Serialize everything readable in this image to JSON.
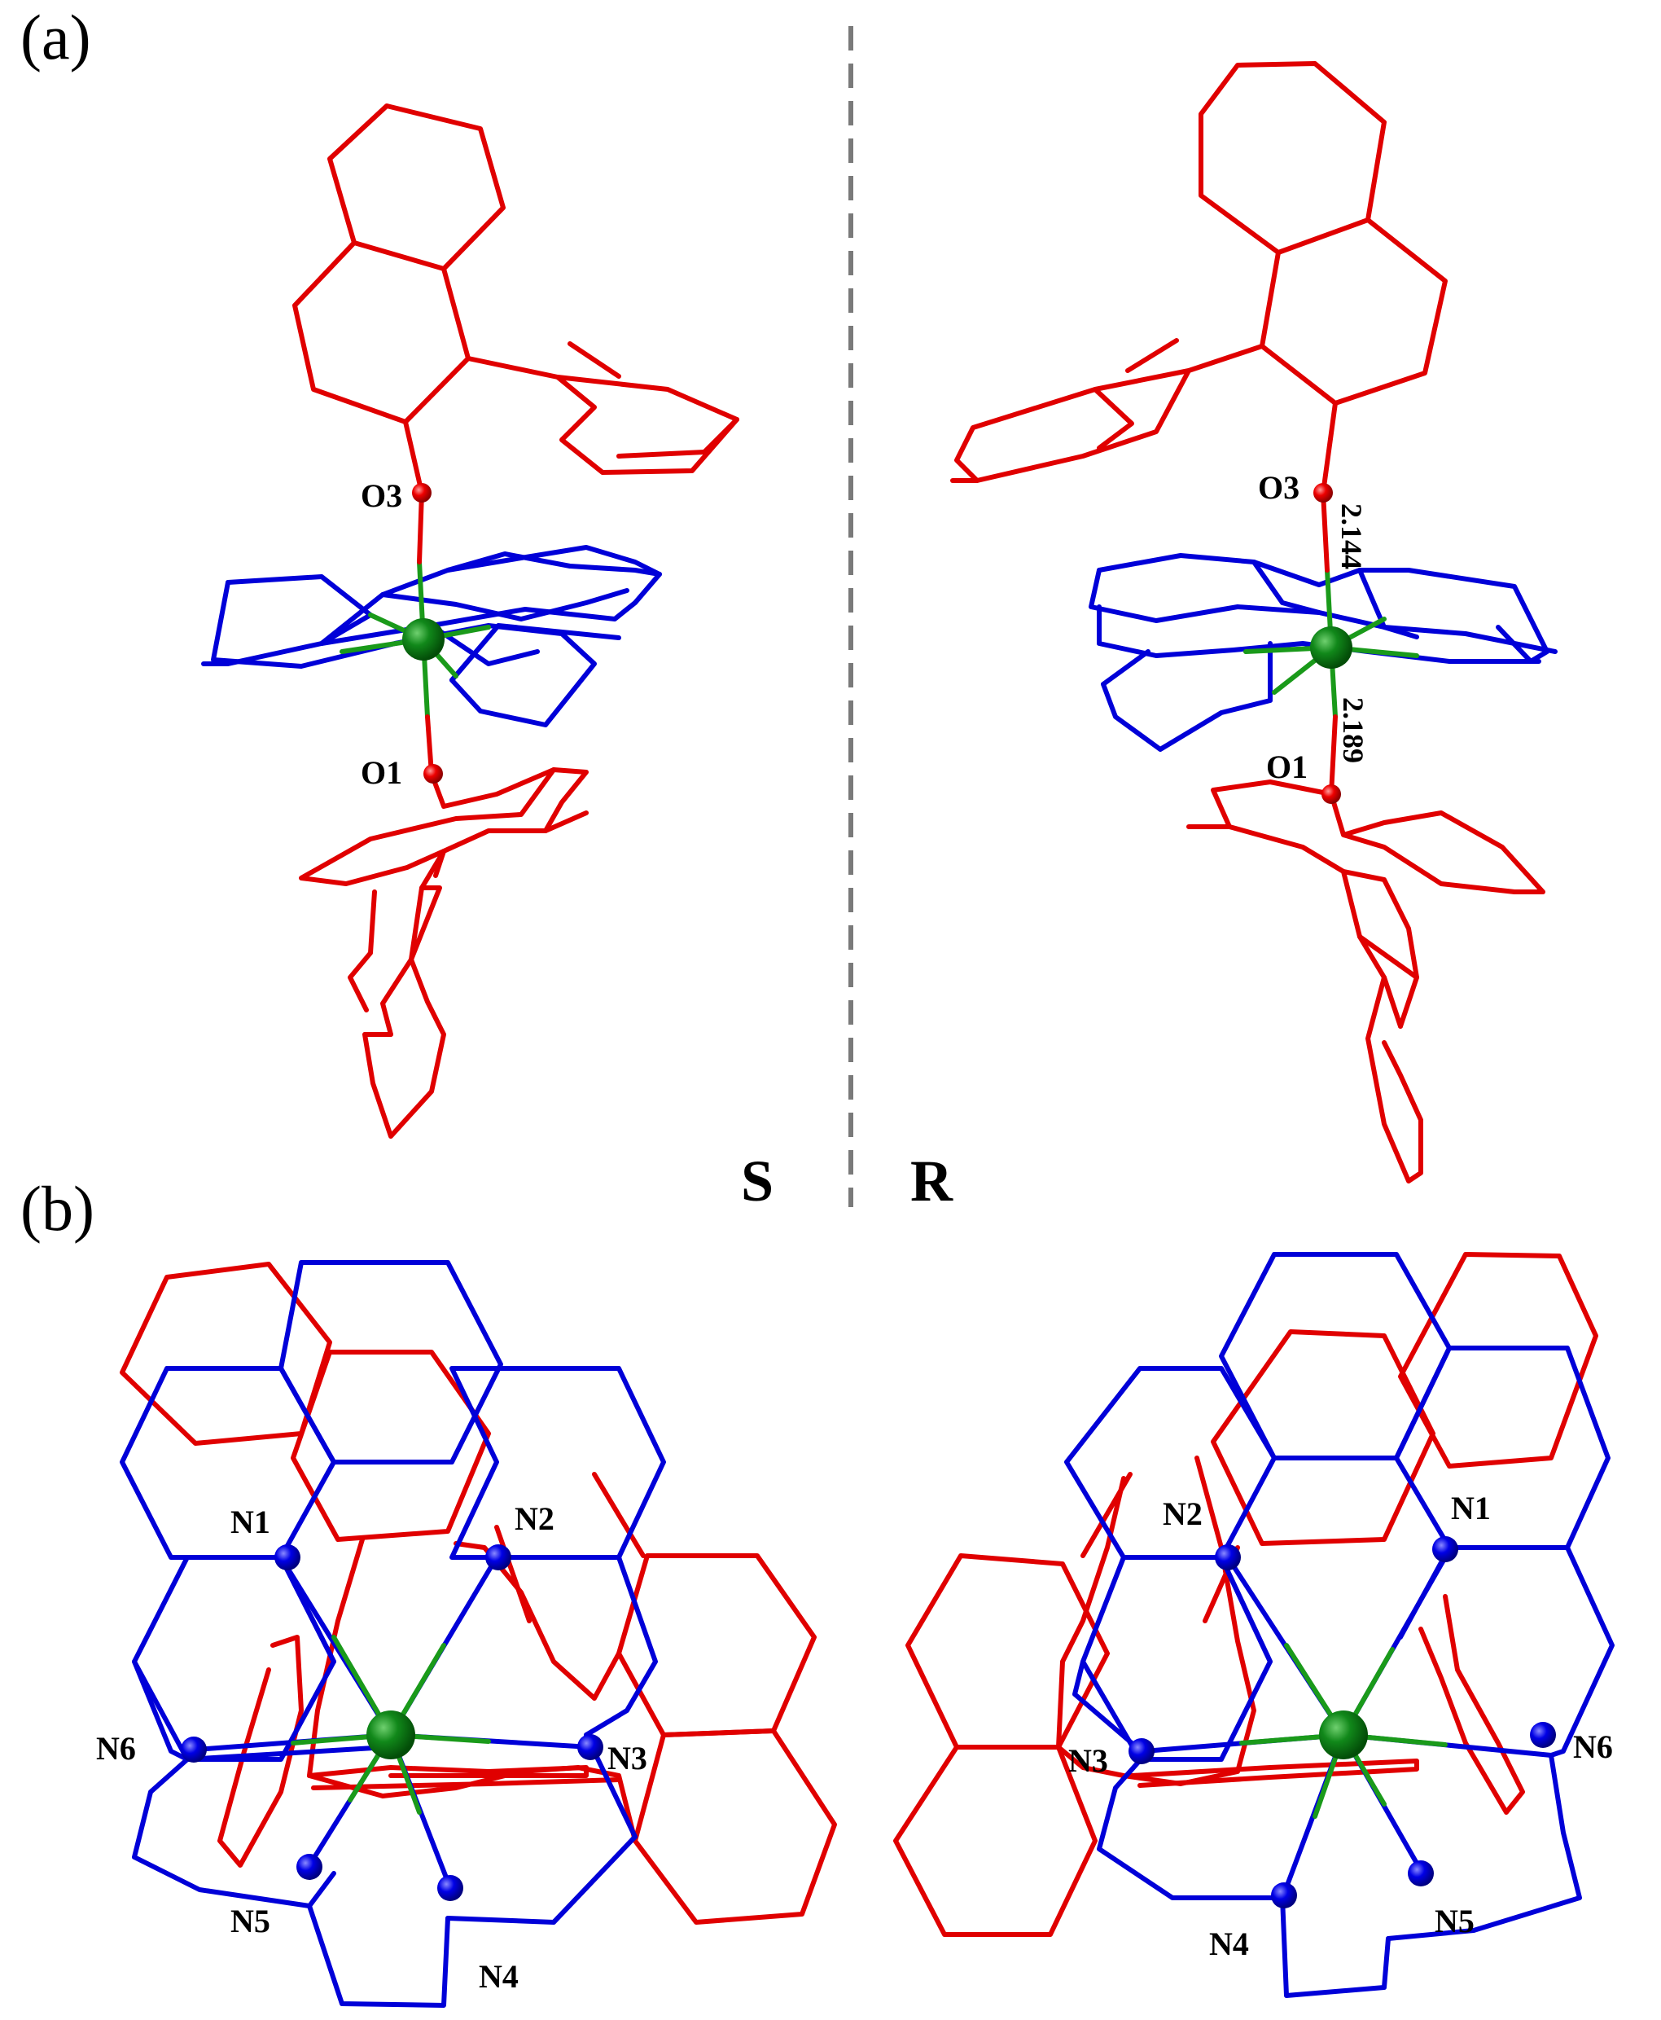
{
  "panels": {
    "a": "(a)",
    "b": "(b)"
  },
  "mirror": {
    "left": "S",
    "right": "R"
  },
  "atoms_a": {
    "s_o3": "O3",
    "s_o1": "O1",
    "r_o3": "O3",
    "r_o1": "O1"
  },
  "distances": {
    "upper": "2.144",
    "lower": "2.189"
  },
  "atoms_b": {
    "s": [
      "N1",
      "N2",
      "N3",
      "N4",
      "N5",
      "N6"
    ],
    "r": [
      "N2",
      "N1",
      "N6",
      "N5",
      "N4",
      "N3"
    ]
  },
  "colors": {
    "ligand_axial": "#e00000",
    "ligand_equatorial": "#0000d8",
    "metal": "#0a7a0a",
    "bond": "#1a9a1a",
    "mirror_line": "#7a7a7a"
  },
  "icons": [
    "metal-atom",
    "oxygen-atom",
    "nitrogen-atom"
  ]
}
